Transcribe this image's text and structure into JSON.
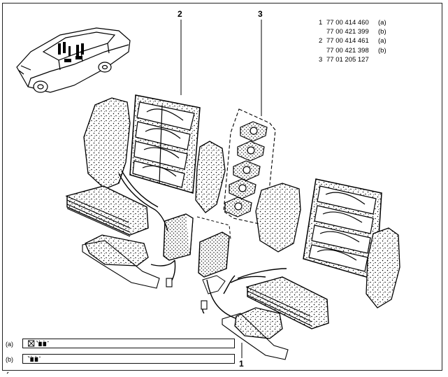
{
  "callouts": {
    "label_1": "1",
    "label_2": "2",
    "label_3": "3"
  },
  "parts_list": [
    {
      "ref": "1",
      "number": "77 00 414 460",
      "variant": "(a)"
    },
    {
      "ref": "",
      "number": "77 00 421 399",
      "variant": "(b)"
    },
    {
      "ref": "2",
      "number": "77 00 414 461",
      "variant": "(a)"
    },
    {
      "ref": "",
      "number": "77 00 421 398",
      "variant": "(b)"
    },
    {
      "ref": "3",
      "number": "77 01 205 127",
      "variant": ""
    }
  ],
  "legend": {
    "a_key": "(a)",
    "b_key": "(b)",
    "a_symbols": "crossed-box-icon + seat-symbol-icon",
    "b_symbols": "seat-symbol-icon"
  }
}
